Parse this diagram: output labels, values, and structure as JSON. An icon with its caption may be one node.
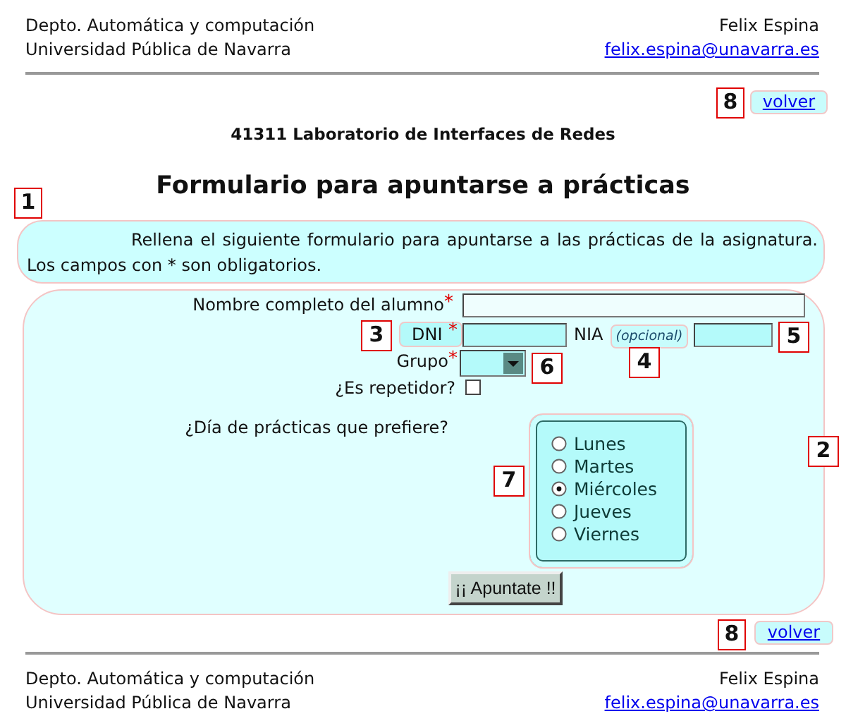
{
  "diagram": {
    "title": "Formulario para apuntarse a prácticas",
    "nodes": [
      {
        "text": [
          "Rellena el siguiente formulario para apuntarse a las prácticas de la asignatura. Los campos con * son obligatorios."
        ]
      },
      {
        "text": [],
        "shape": "box"
      },
      {
        "text": [],
        "shape": "box",
        "in": 1
      }
    ],
    "labels": [
      "Depto. Automática y computación",
      "Felix Espina",
      "Universidad Pública de Navarra",
      "felix.espina@unavarra.es",
      "8",
      "volver",
      "41311 Laboratorio de Interfaces de Redes",
      "1",
      "Nombre completo del alumno",
      "*",
      "3",
      "DNI",
      "*",
      "NIA",
      "(opcional)",
      "5",
      "Grupo",
      "*",
      "6",
      "4",
      "¿Es repetidor?",
      "¿Día de prácticas que prefiere?",
      "2",
      "7",
      "Lunes",
      "Martes",
      "Miércoles",
      "Jueves",
      "Viernes",
      "¡¡ Apuntate !!",
      "8",
      "volver",
      "Depto. Automática y computación",
      "Felix Espina",
      "Universidad Pública de Navarra",
      "felix.espina@unavarra.es"
    ]
  }
}
